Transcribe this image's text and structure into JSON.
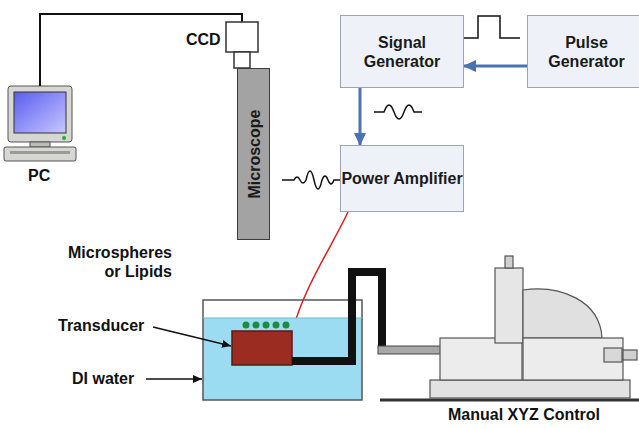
{
  "diagram": {
    "nodes": [
      {
        "text": [
          "Signal Generator"
        ]
      },
      {
        "text": [
          "Pulse Generator"
        ]
      },
      {
        "text": [
          "Power Amplifier"
        ]
      },
      {
        "text": [
          "Microscope"
        ]
      }
    ],
    "edges": [
      {
        "from": 1,
        "to": 0,
        "arrow": "to"
      },
      {
        "from": 0,
        "to": 2,
        "arrow": "to"
      }
    ],
    "labels": [
      "PC",
      "CCD",
      "Microspheres or Lipids",
      "Transducer",
      "DI water",
      "Manual XYZ Control"
    ]
  }
}
